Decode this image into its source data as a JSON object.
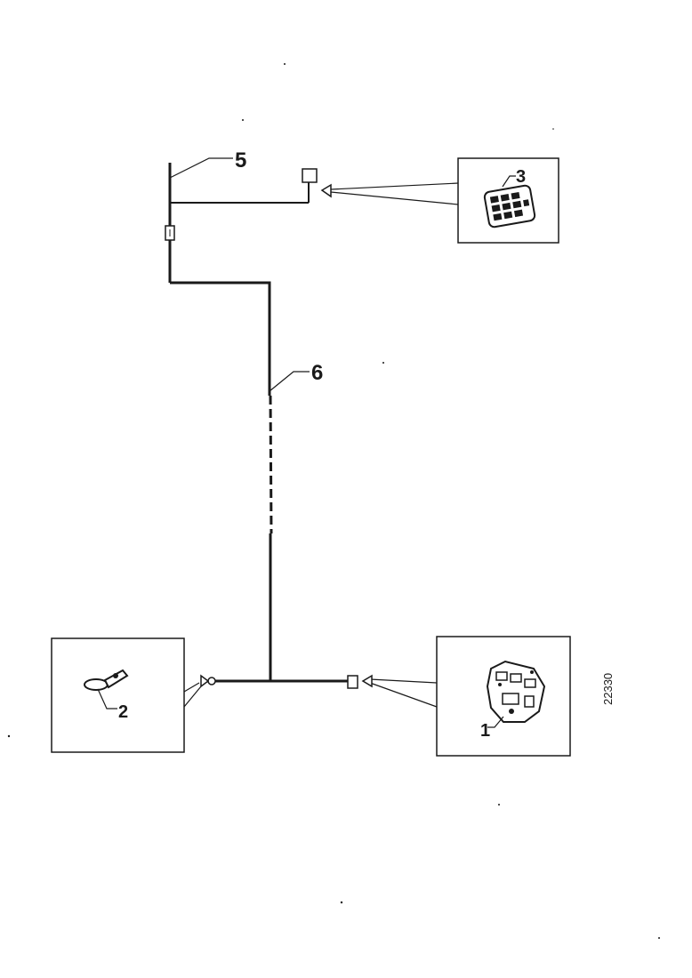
{
  "callouts": {
    "item_1": "1",
    "item_2": "2",
    "item_3": "3",
    "item_5": "5",
    "item_6": "6"
  },
  "reference_number": "22330",
  "colors": {
    "ink": "#1a1a1a",
    "background": "#ffffff"
  }
}
